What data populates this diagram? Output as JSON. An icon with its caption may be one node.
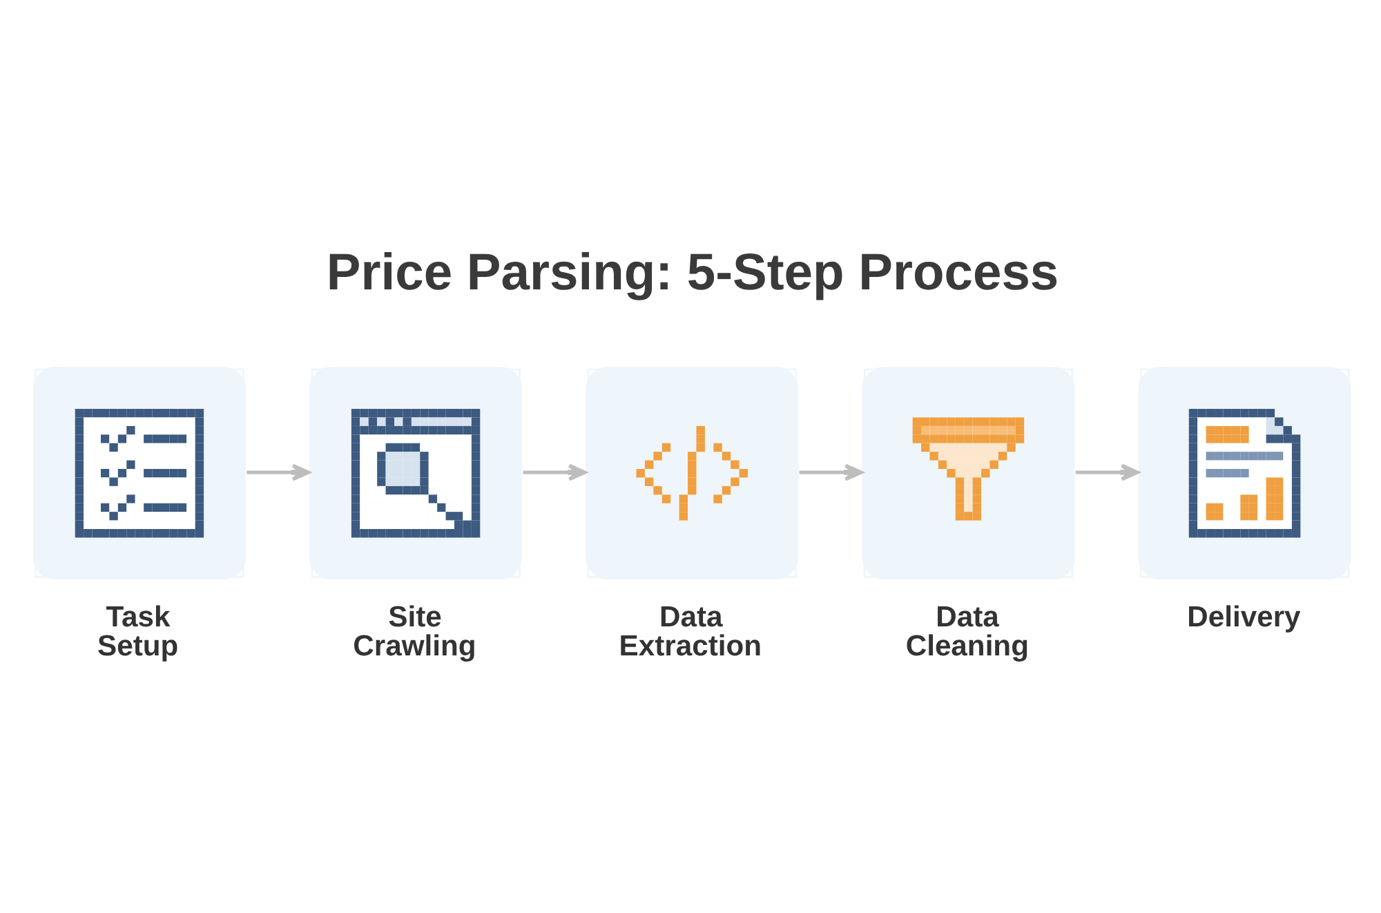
{
  "diagram": {
    "title": "Price Parsing: 5-Step Process",
    "nodes": [
      {
        "text": [
          "Task Setup"
        ]
      },
      {
        "text": [
          "Site Crawling"
        ]
      },
      {
        "text": [
          "Data Extraction"
        ]
      },
      {
        "text": [
          "Data Cleaning"
        ]
      },
      {
        "text": [
          "Delivery"
        ]
      }
    ],
    "edges": [
      {
        "from": 0,
        "to": 1,
        "arrow": "to"
      },
      {
        "from": 1,
        "to": 2,
        "arrow": "to"
      },
      {
        "from": 2,
        "to": 3,
        "arrow": "to"
      },
      {
        "from": 3,
        "to": 4,
        "arrow": "to"
      }
    ]
  }
}
